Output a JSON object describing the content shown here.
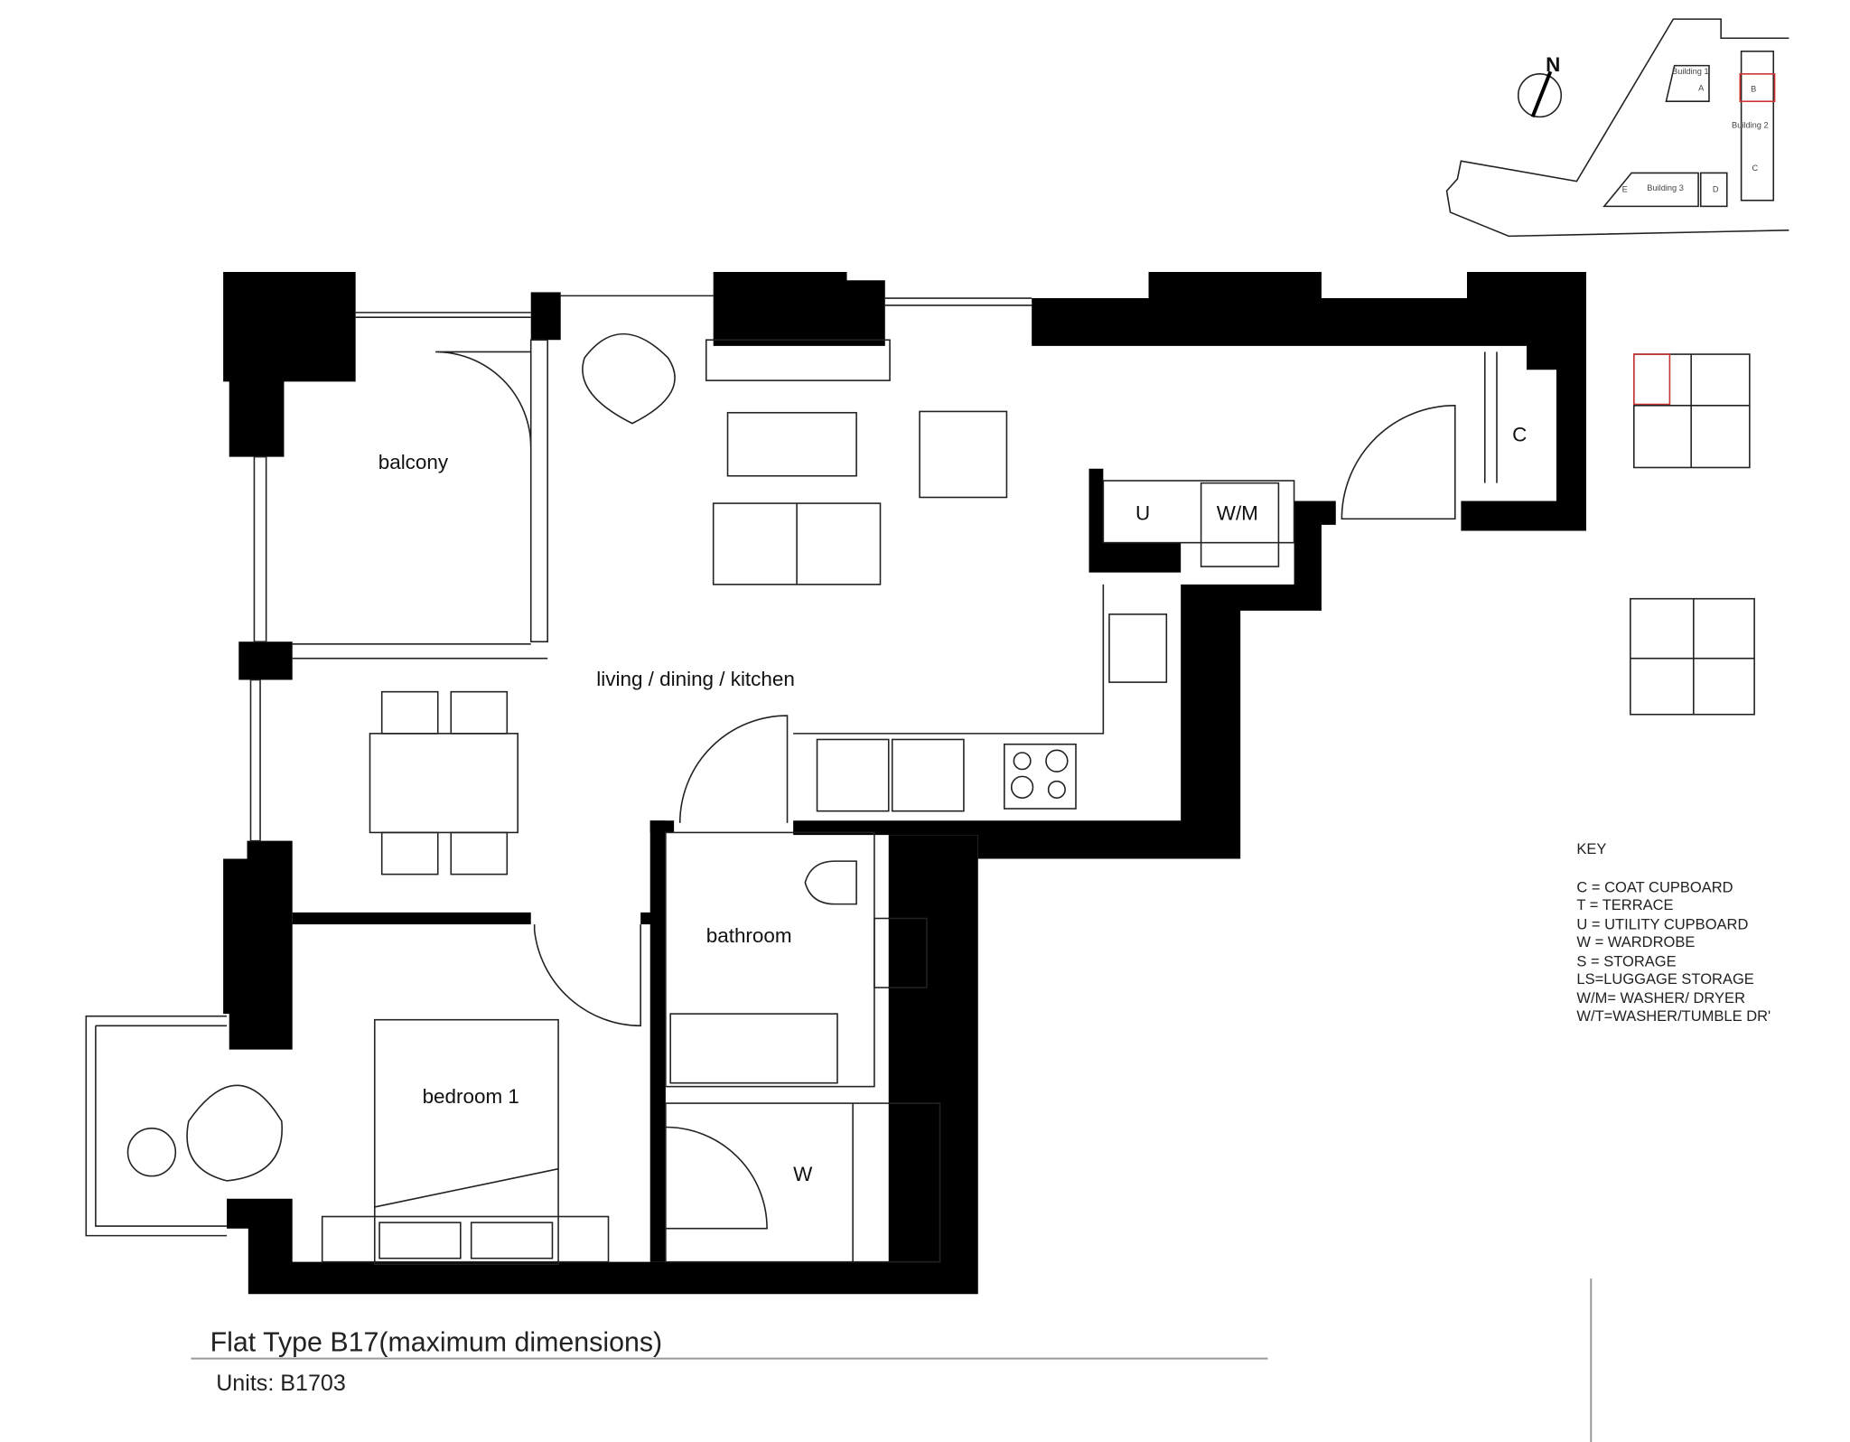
{
  "plan": {
    "title": "Flat Type B17(maximum dimensions)",
    "units": "Units: B1703",
    "rooms": {
      "balcony": "balcony",
      "living": "living / dining / kitchen",
      "bathroom": "bathroom",
      "bedroom": "bedroom 1",
      "utility": "U",
      "washer": "W/M",
      "coat": "C",
      "wardrobe": "W"
    }
  },
  "site_map": {
    "north": "N",
    "buildings": [
      "Building 1",
      "Building 2",
      "Building 3"
    ],
    "cores": [
      "A",
      "B",
      "C",
      "D",
      "E"
    ],
    "highlight_color": "#cc3333"
  },
  "key": {
    "heading": "KEY",
    "items": [
      "C = COAT CUPBOARD",
      "T = TERRACE",
      "U = UTILITY CUPBOARD",
      "W = WARDROBE",
      "S = STORAGE",
      "LS=LUGGAGE STORAGE",
      "W/M= WASHER/ DRYER",
      "W/T=WASHER/TUMBLE DR'"
    ]
  }
}
